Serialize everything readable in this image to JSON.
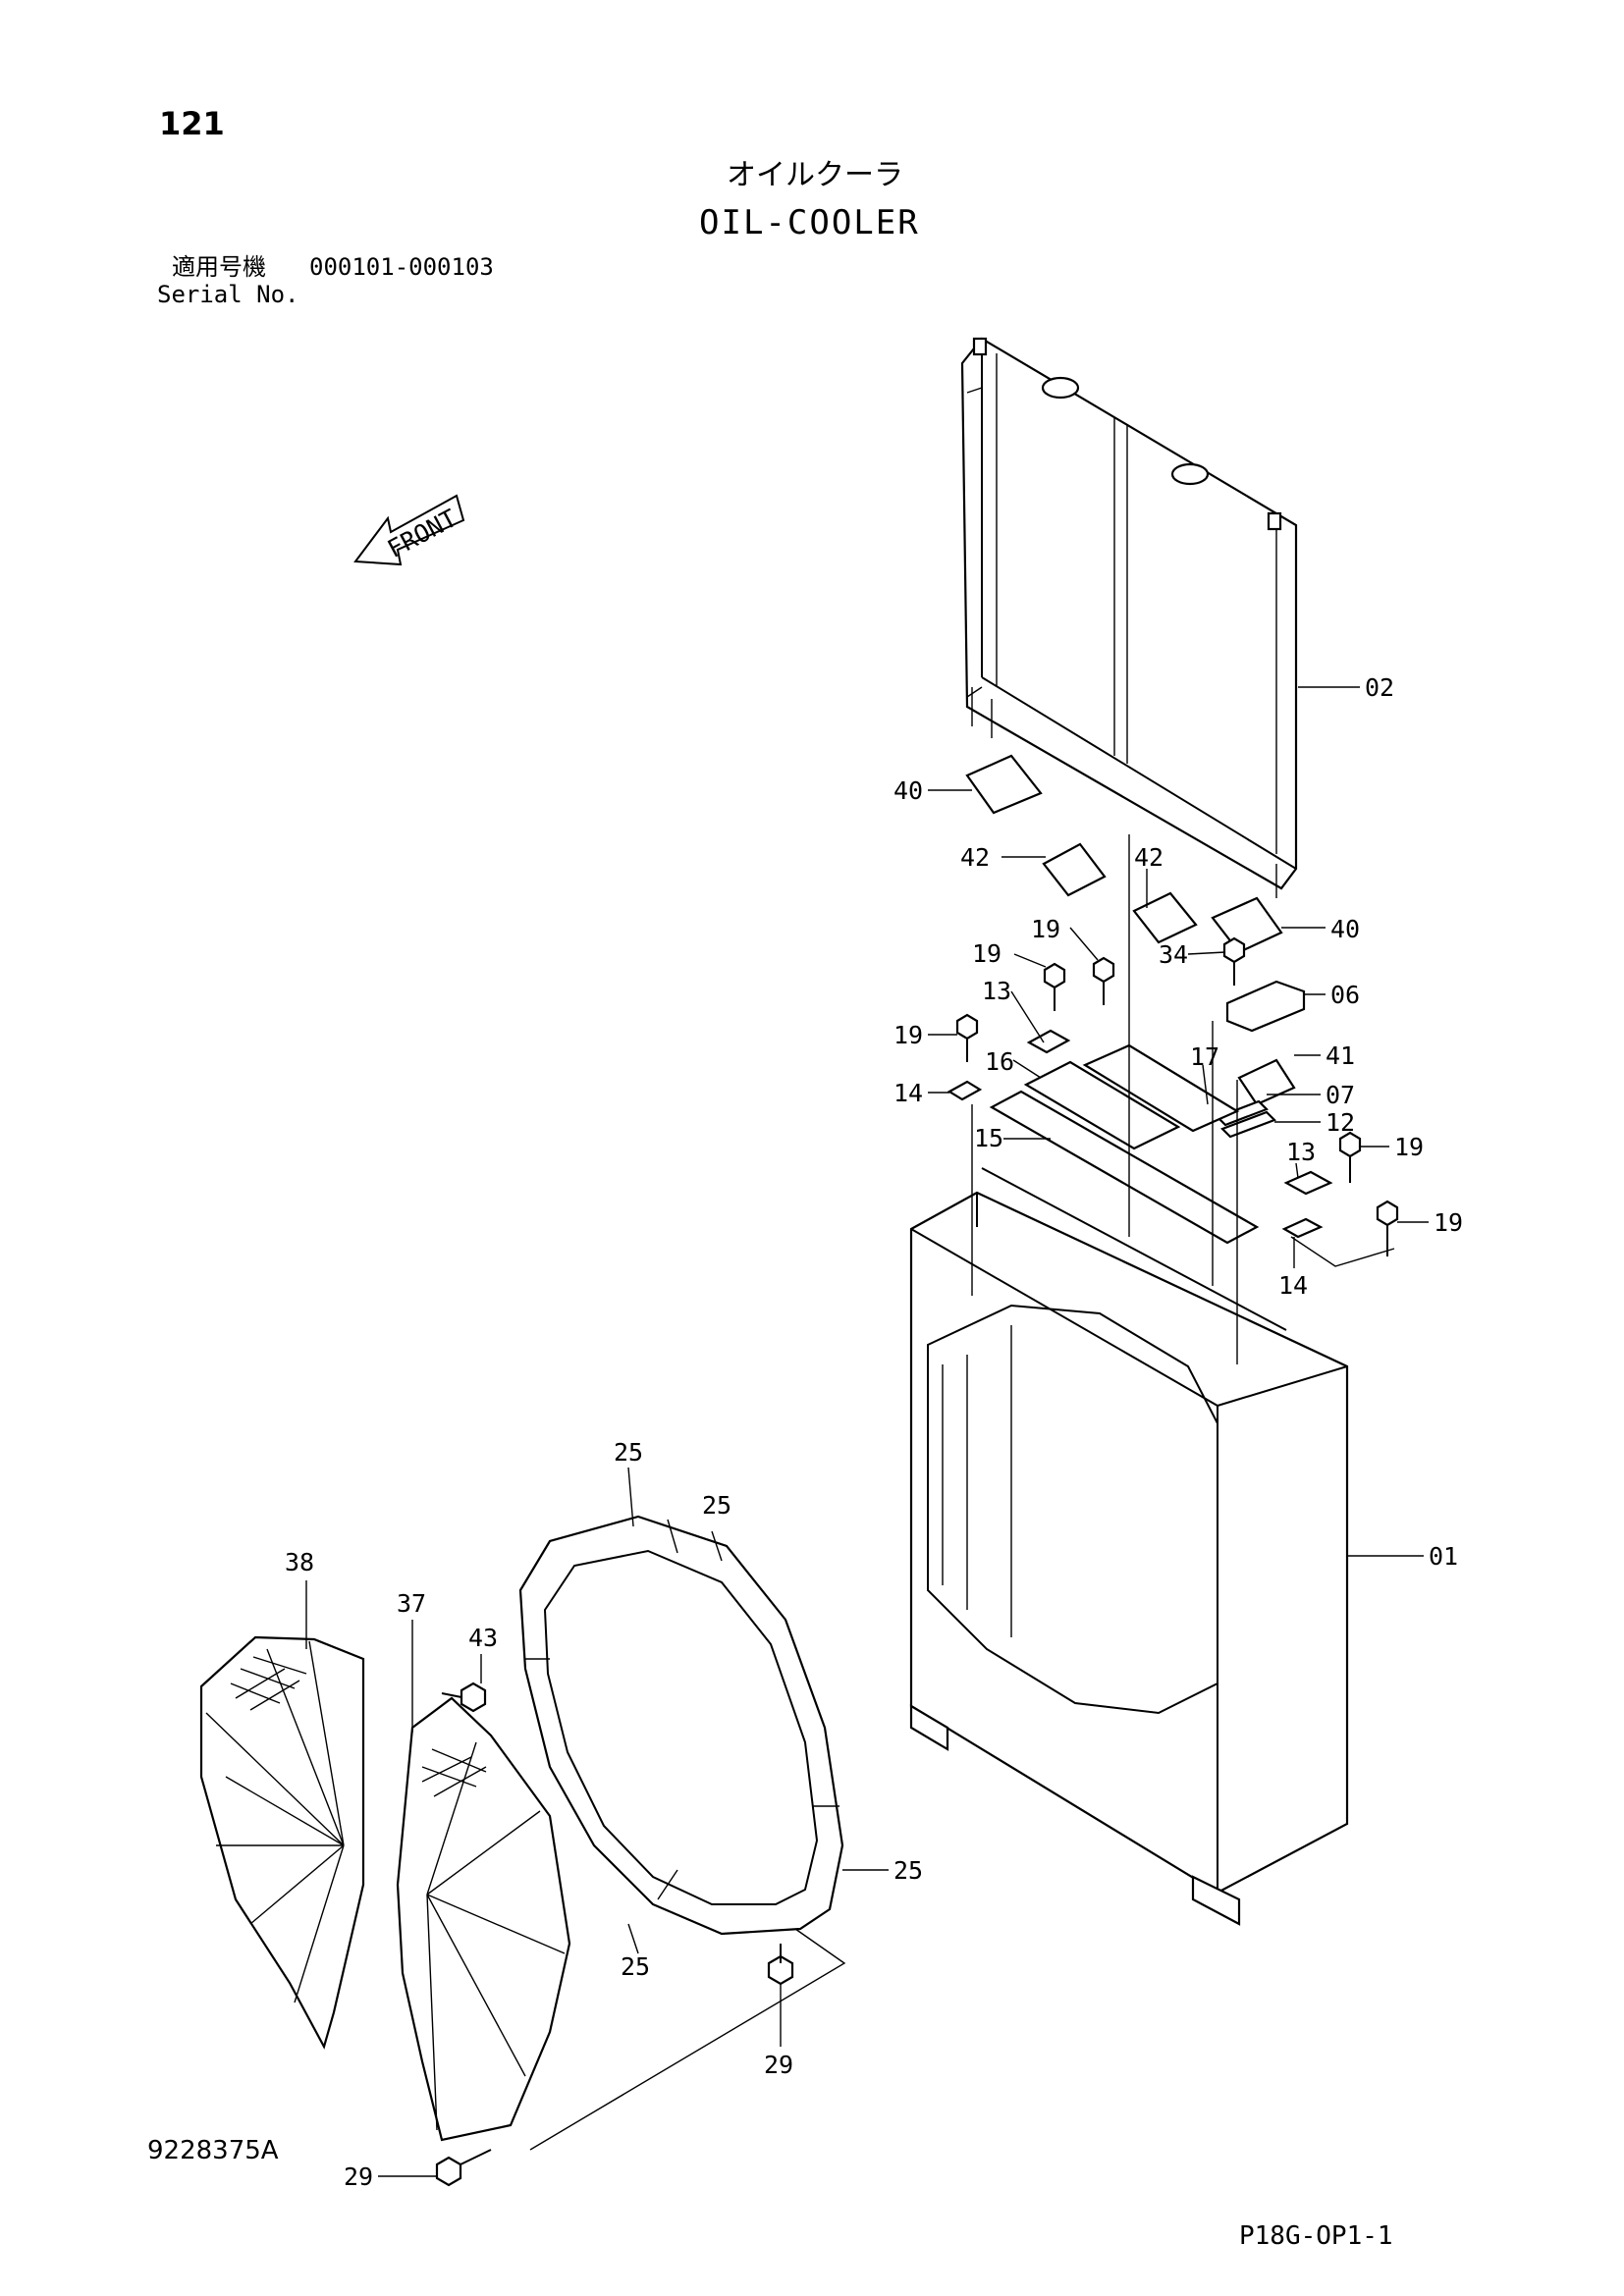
{
  "header": {
    "page_number": "121",
    "title_jp": "オイルクーラ",
    "title_en": "OIL-COOLER",
    "serial_label_jp": "適用号機",
    "serial_range": "000101-000103",
    "serial_label_en": "Serial No."
  },
  "diagram": {
    "front_label": "FRONT",
    "callouts": [
      "02",
      "40",
      "42",
      "42",
      "40",
      "19",
      "19",
      "34",
      "06",
      "13",
      "19",
      "41",
      "16",
      "17",
      "14",
      "07",
      "12",
      "15",
      "13",
      "19",
      "19",
      "14",
      "01",
      "25",
      "25",
      "38",
      "37",
      "43",
      "25",
      "25",
      "29",
      "29"
    ]
  },
  "footer": {
    "drawing_number": "9228375A",
    "page_code": "P18G-OP1-1"
  }
}
